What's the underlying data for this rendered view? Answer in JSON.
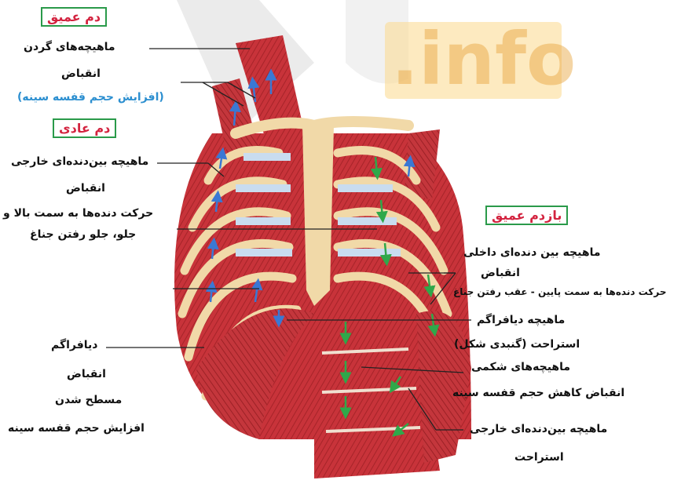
{
  "watermark": {
    "text": ".info"
  },
  "boxes": {
    "deep_inhale": "دم عمیق",
    "normal_inhale": "دم عادی",
    "deep_exhale": "بازدم عمیق"
  },
  "labels": {
    "neck_muscles": "ماهیچه‌های گردن",
    "contraction_1": "انقباض",
    "chest_increase_1": "(افزایش حجم قفسه سینه)",
    "external_intercostal": "ماهیچه بین‌دنده‌ای خارجی",
    "contraction_2": "انقباض",
    "ribs_up": "حرکت دنده‌ها به سمت بالا و",
    "sternum_forward": "جلو، جلو رفتن جناغ",
    "diaphragm_left": "دیافراگم",
    "contraction_3": "انقباض",
    "flattening": "مسطح شدن",
    "chest_increase_2": "افزایش حجم قفسه سینه",
    "internal_intercostal": "ماهیچه بین دنده‌ای داخلی",
    "contraction_4": "انقباض",
    "ribs_down": "حرکت دنده‌ها به سمت پایین - عقب رفتن جناغ",
    "diaphragm_muscle": "ماهیچه دیافراگم",
    "relaxation_dome": "استراحت (گنبدی شکل)",
    "abdominal_muscles": "ماهیچه‌های شکمی",
    "contraction_decrease": "انقباض کاهش حجم قفسه سینه",
    "external_intercostal_2": "ماهیچه بین‌دنده‌ای خارجی",
    "relaxation": "استراحت"
  },
  "colors": {
    "muscle": "#c8333a",
    "muscle_dark": "#8e1d22",
    "bone": "#f1d9a8",
    "cartilage": "#c9dcef",
    "arrow_up": "#3a78d4",
    "arrow_down": "#2fa84a",
    "box_border": "#2a9a4a",
    "box_text": "#d3233f"
  }
}
